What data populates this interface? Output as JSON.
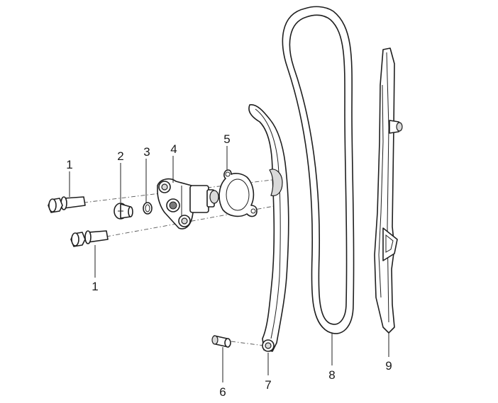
{
  "callouts": {
    "c1_top": "1",
    "c2": "2",
    "c3": "3",
    "c4": "4",
    "c5": "5",
    "c1_bottom": "1",
    "c6": "6",
    "c7": "7",
    "c8": "8",
    "c9": "9"
  }
}
